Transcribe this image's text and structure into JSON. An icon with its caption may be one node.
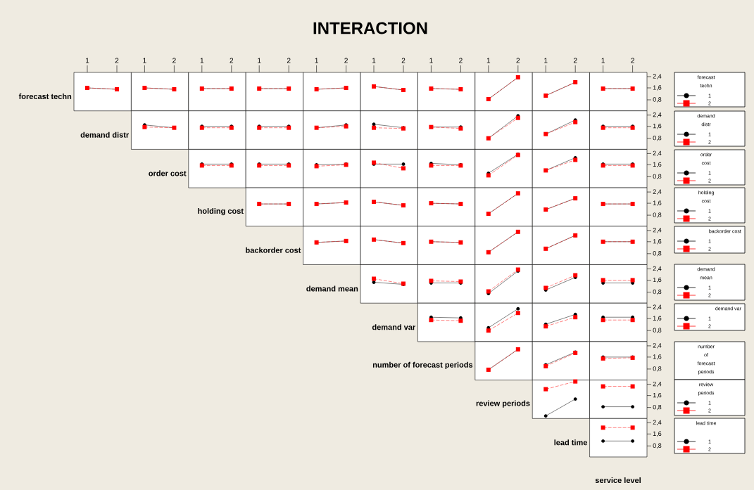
{
  "diagram": {
    "title": "INTERACTION",
    "nodes": [
      {
        "text": [
          "forecast techn",
          "1",
          "2"
        ]
      },
      {
        "text": [
          "demand distr",
          "1",
          "2"
        ]
      },
      {
        "text": [
          "order cost",
          "1",
          "2"
        ]
      },
      {
        "text": [
          "holding cost",
          "1",
          "2"
        ]
      },
      {
        "text": [
          "backorder cost",
          "1",
          "2"
        ]
      },
      {
        "text": [
          "demand mean",
          "1",
          "2"
        ]
      },
      {
        "text": [
          "demand var",
          "1",
          "2"
        ]
      },
      {
        "text": [
          "number of forecast periods"
        ]
      },
      {
        "text": [
          "review periods",
          "1",
          "2"
        ]
      },
      {
        "text": [
          "lead time",
          "1",
          "2"
        ]
      }
    ],
    "labels": [
      "1",
      "2",
      "1",
      "2",
      "1",
      "2",
      "1",
      "2",
      "1",
      "2",
      "1",
      "2",
      "1",
      "2",
      "1",
      "2",
      "1",
      "2",
      "1",
      "2",
      "forecast techn",
      "2,4",
      "1,6",
      "0,8",
      "demand distr",
      "2,4",
      "1,6",
      "0,8",
      "order cost",
      "2,4",
      "1,6",
      "0,8",
      "holding cost",
      "2,4",
      "1,6",
      "0,8",
      "backorder cost",
      "2,4",
      "1,6",
      "0,8",
      "demand mean",
      "2,4",
      "1,6",
      "0,8",
      "demand var",
      "2,4",
      "1,6",
      "0,8",
      "number of forecast periods",
      "2,4",
      "1,6",
      "0,8",
      "review periods",
      "2,4",
      "1,6",
      "0,8",
      "lead time",
      "2,4",
      "1,6",
      "0,8",
      "service level"
    ]
  }
}
